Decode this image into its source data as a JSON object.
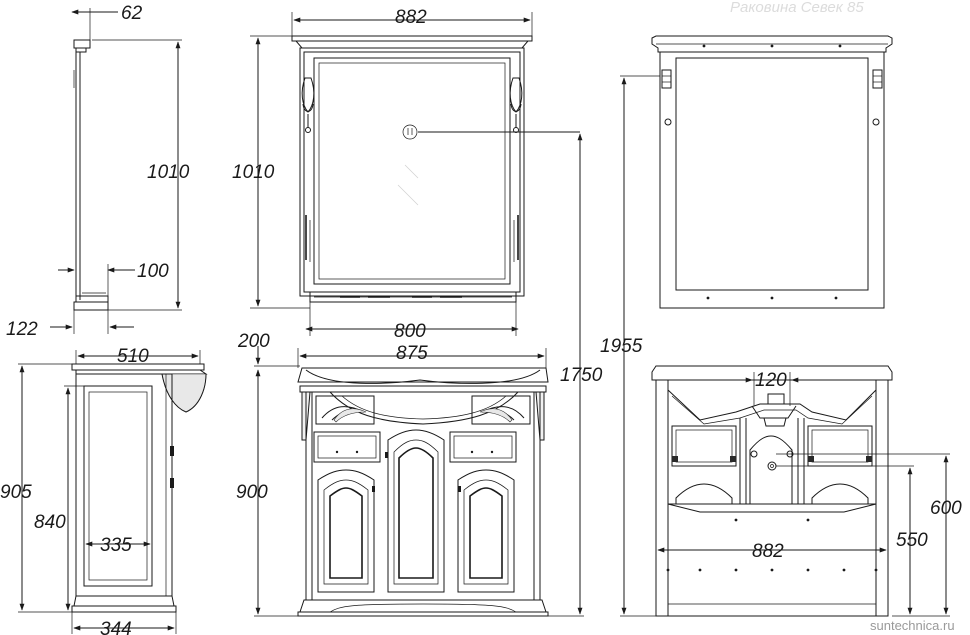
{
  "drawing": {
    "header_text": "Раковина Севек 85",
    "watermark": "suntechnica.ru",
    "dimensions": {
      "mirror_side_depth": "62",
      "mirror_side_height": "1010",
      "mirror_shelf_depth": "100",
      "mirror_bottom_depth": "122",
      "mirror_front_width": "882",
      "mirror_front_height": "1010",
      "mirror_shelf_width": "800",
      "mirror_mount_offset": "200",
      "cabinet_width": "875",
      "mirror_mount_height": "1750",
      "total_height": "1955",
      "cabinet_side_depth": "510",
      "cabinet_side_height": "905",
      "cabinet_body_height": "840",
      "cabinet_inner_depth": "335",
      "cabinet_base_depth": "344",
      "cabinet_front_height": "900",
      "drain_spacing": "120",
      "back_width": "882",
      "drain_height": "600",
      "inlet_height": "550"
    }
  }
}
